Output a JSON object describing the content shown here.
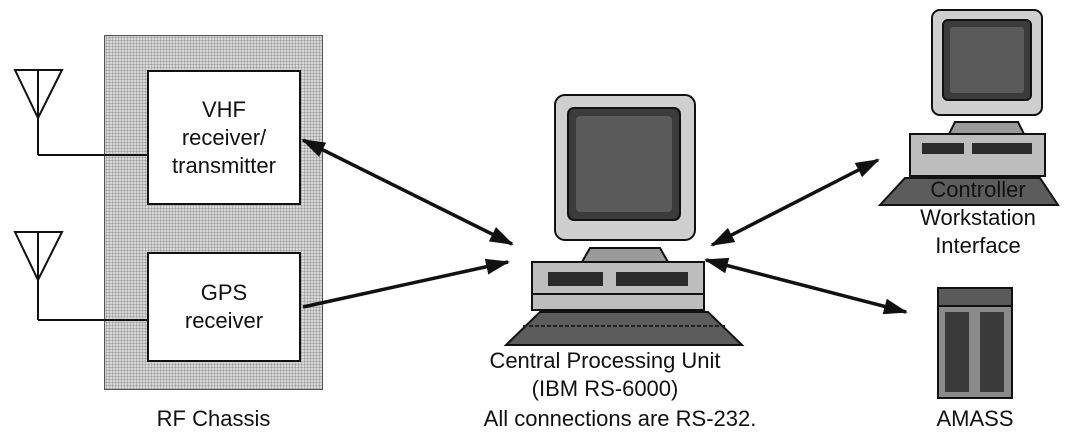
{
  "diagram": {
    "chassis_label": "RF Chassis",
    "vhf_label": "VHF\nreceiver/\ntransmitter",
    "gps_label": "GPS\nreceiver",
    "cpu_label": "Central Processing Unit\n(IBM RS-6000)",
    "workstation_label": "Controller\nWorkstation\nInterface",
    "amass_label": "AMASS",
    "footnote": "All connections are RS-232.",
    "icons": [
      "antenna-icon",
      "computer-icon",
      "server-tower-icon"
    ]
  }
}
